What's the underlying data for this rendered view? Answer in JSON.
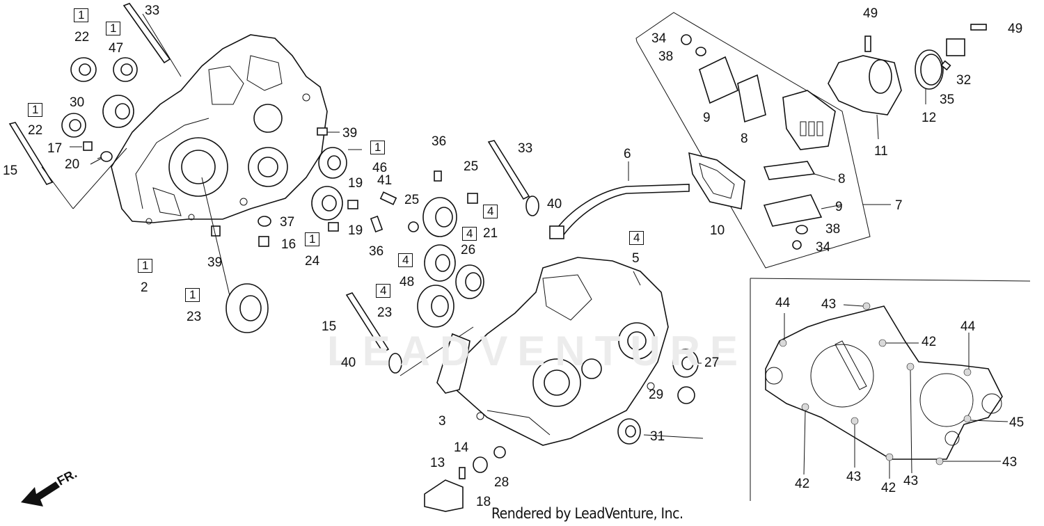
{
  "footer": {
    "text": "Rendered by LeadVenture, Inc."
  },
  "watermark": {
    "text": "LEADVENTURE"
  },
  "direction_indicator": {
    "text": "FR."
  },
  "callouts": [
    {
      "id": "c1",
      "text": "1",
      "boxed": true
    },
    {
      "id": "c2",
      "text": "33",
      "boxed": false
    },
    {
      "id": "c3",
      "text": "22",
      "boxed": false
    },
    {
      "id": "c4",
      "text": "1",
      "boxed": true
    },
    {
      "id": "c5",
      "text": "47",
      "boxed": false
    },
    {
      "id": "c6",
      "text": "30",
      "boxed": false
    },
    {
      "id": "c7",
      "text": "1",
      "boxed": true
    },
    {
      "id": "c8",
      "text": "22",
      "boxed": false
    },
    {
      "id": "c9",
      "text": "17",
      "boxed": false
    },
    {
      "id": "c10",
      "text": "20",
      "boxed": false
    },
    {
      "id": "c11",
      "text": "15",
      "boxed": false
    },
    {
      "id": "c12",
      "text": "39",
      "boxed": false
    },
    {
      "id": "c13",
      "text": "1",
      "boxed": true
    },
    {
      "id": "c14",
      "text": "46",
      "boxed": false
    },
    {
      "id": "c15",
      "text": "41",
      "boxed": false
    },
    {
      "id": "c16",
      "text": "19",
      "boxed": false
    },
    {
      "id": "c17",
      "text": "37",
      "boxed": false
    },
    {
      "id": "c18",
      "text": "16",
      "boxed": false
    },
    {
      "id": "c19",
      "text": "1",
      "boxed": true
    },
    {
      "id": "c20",
      "text": "24",
      "boxed": false
    },
    {
      "id": "c21",
      "text": "19",
      "boxed": false
    },
    {
      "id": "c22",
      "text": "39",
      "boxed": false
    },
    {
      "id": "c23",
      "text": "1",
      "boxed": true
    },
    {
      "id": "c24",
      "text": "2",
      "boxed": false
    },
    {
      "id": "c25",
      "text": "1",
      "boxed": true
    },
    {
      "id": "c26",
      "text": "23",
      "boxed": false
    },
    {
      "id": "c27",
      "text": "36",
      "boxed": false
    },
    {
      "id": "c28",
      "text": "25",
      "boxed": false
    },
    {
      "id": "c29",
      "text": "33",
      "boxed": false
    },
    {
      "id": "c30",
      "text": "25",
      "boxed": false
    },
    {
      "id": "c31",
      "text": "40",
      "boxed": false
    },
    {
      "id": "c32",
      "text": "4",
      "boxed": true
    },
    {
      "id": "c33",
      "text": "4",
      "boxed": true
    },
    {
      "id": "c34",
      "text": "21",
      "boxed": false
    },
    {
      "id": "c35",
      "text": "26",
      "boxed": false
    },
    {
      "id": "c36",
      "text": "36",
      "boxed": false
    },
    {
      "id": "c37",
      "text": "4",
      "boxed": true
    },
    {
      "id": "c38",
      "text": "48",
      "boxed": false
    },
    {
      "id": "c39",
      "text": "4",
      "boxed": true
    },
    {
      "id": "c40",
      "text": "23",
      "boxed": false
    },
    {
      "id": "c41",
      "text": "15",
      "boxed": false
    },
    {
      "id": "c42",
      "text": "40",
      "boxed": false
    },
    {
      "id": "c43",
      "text": "6",
      "boxed": false
    },
    {
      "id": "c44",
      "text": "4",
      "boxed": true
    },
    {
      "id": "c45",
      "text": "5",
      "boxed": false
    },
    {
      "id": "c46",
      "text": "27",
      "boxed": false
    },
    {
      "id": "c47",
      "text": "29",
      "boxed": false
    },
    {
      "id": "c48",
      "text": "3",
      "boxed": false
    },
    {
      "id": "c49",
      "text": "31",
      "boxed": false
    },
    {
      "id": "c50",
      "text": "14",
      "boxed": false
    },
    {
      "id": "c51",
      "text": "13",
      "boxed": false
    },
    {
      "id": "c52",
      "text": "28",
      "boxed": false
    },
    {
      "id": "c53",
      "text": "18",
      "boxed": false
    },
    {
      "id": "c54",
      "text": "34",
      "boxed": false
    },
    {
      "id": "c55",
      "text": "38",
      "boxed": false
    },
    {
      "id": "c56",
      "text": "9",
      "boxed": false
    },
    {
      "id": "c57",
      "text": "8",
      "boxed": false
    },
    {
      "id": "c58",
      "text": "10",
      "boxed": false
    },
    {
      "id": "c59",
      "text": "8",
      "boxed": false
    },
    {
      "id": "c60",
      "text": "9",
      "boxed": false
    },
    {
      "id": "c61",
      "text": "7",
      "boxed": false
    },
    {
      "id": "c62",
      "text": "38",
      "boxed": false
    },
    {
      "id": "c63",
      "text": "34",
      "boxed": false
    },
    {
      "id": "c64",
      "text": "49",
      "boxed": false
    },
    {
      "id": "c65",
      "text": "49",
      "boxed": false
    },
    {
      "id": "c66",
      "text": "32",
      "boxed": false
    },
    {
      "id": "c67",
      "text": "35",
      "boxed": false
    },
    {
      "id": "c68",
      "text": "12",
      "boxed": false
    },
    {
      "id": "c69",
      "text": "11",
      "boxed": false
    },
    {
      "id": "c70",
      "text": "44",
      "boxed": false
    },
    {
      "id": "c71",
      "text": "43",
      "boxed": false
    },
    {
      "id": "c72",
      "text": "42",
      "boxed": false
    },
    {
      "id": "c73",
      "text": "44",
      "boxed": false
    },
    {
      "id": "c74",
      "text": "45",
      "boxed": false
    },
    {
      "id": "c75",
      "text": "42",
      "boxed": false
    },
    {
      "id": "c76",
      "text": "43",
      "boxed": false
    },
    {
      "id": "c77",
      "text": "42",
      "boxed": false
    },
    {
      "id": "c78",
      "text": "43",
      "boxed": false
    },
    {
      "id": "c79",
      "text": "43",
      "boxed": false
    }
  ]
}
